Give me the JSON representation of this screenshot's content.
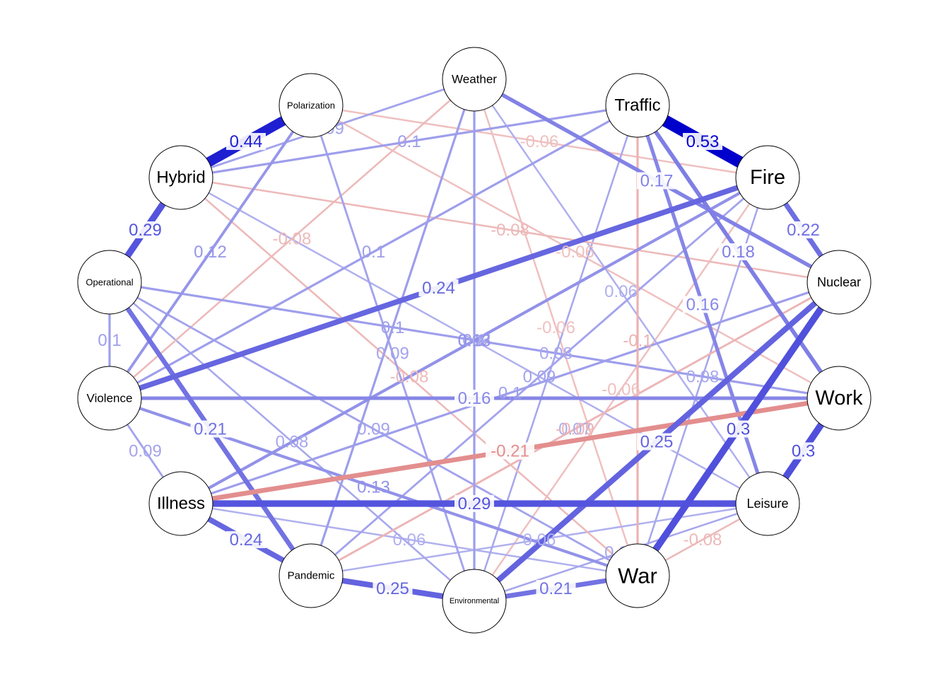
{
  "diagram": {
    "type": "correlation-network",
    "colors": {
      "positive": "#0000cc",
      "negative": "#cc3333",
      "node_fill": "#ffffff",
      "node_stroke": "#000000"
    },
    "nodes": [
      {
        "id": "weather",
        "label": "Weather"
      },
      {
        "id": "traffic",
        "label": "Traffic"
      },
      {
        "id": "fire",
        "label": "Fire"
      },
      {
        "id": "nuclear",
        "label": "Nuclear"
      },
      {
        "id": "work",
        "label": "Work"
      },
      {
        "id": "leisure",
        "label": "Leisure"
      },
      {
        "id": "war",
        "label": "War"
      },
      {
        "id": "environmental",
        "label": "Environmental"
      },
      {
        "id": "pandemic",
        "label": "Pandemic"
      },
      {
        "id": "illness",
        "label": "Illness"
      },
      {
        "id": "violence",
        "label": "Violence"
      },
      {
        "id": "operational",
        "label": "Operational"
      },
      {
        "id": "hybrid",
        "label": "Hybrid"
      },
      {
        "id": "polarization",
        "label": "Polarization"
      }
    ],
    "edges": [
      {
        "from": "traffic",
        "to": "fire",
        "weight": 0.53,
        "label": "0.53"
      },
      {
        "from": "polarization",
        "to": "hybrid",
        "weight": 0.44,
        "label": "0.44"
      },
      {
        "from": "hybrid",
        "to": "operational",
        "weight": 0.29,
        "label": "0.29"
      },
      {
        "from": "illness",
        "to": "leisure",
        "weight": 0.29,
        "label": "0.29"
      },
      {
        "from": "work",
        "to": "leisure",
        "weight": 0.3,
        "label": "0.3"
      },
      {
        "from": "nuclear",
        "to": "war",
        "weight": 0.3,
        "label": "0.3"
      },
      {
        "from": "nuclear",
        "to": "environmental",
        "weight": 0.25,
        "label": "0.25"
      },
      {
        "from": "pandemic",
        "to": "environmental",
        "weight": 0.25,
        "label": "0.25"
      },
      {
        "from": "fire",
        "to": "violence",
        "weight": 0.24,
        "label": "0.24"
      },
      {
        "from": "illness",
        "to": "pandemic",
        "weight": 0.24,
        "label": "0.24"
      },
      {
        "from": "fire",
        "to": "nuclear",
        "weight": 0.22,
        "label": "0.22"
      },
      {
        "from": "operational",
        "to": "pandemic",
        "weight": 0.21,
        "label": "0.21"
      },
      {
        "from": "environmental",
        "to": "war",
        "weight": 0.21,
        "label": "0.21"
      },
      {
        "from": "work",
        "to": "illness",
        "weight": -0.21,
        "label": "-0.21"
      },
      {
        "from": "traffic",
        "to": "work",
        "weight": 0.18,
        "label": "0.18"
      },
      {
        "from": "weather",
        "to": "nuclear",
        "weight": 0.17,
        "label": "0.17"
      },
      {
        "from": "violence",
        "to": "work",
        "weight": 0.16,
        "label": "0.16"
      },
      {
        "from": "traffic",
        "to": "leisure",
        "weight": 0.16,
        "label": "0.16"
      },
      {
        "from": "fire",
        "to": "illness",
        "weight": 0.13,
        "label": "0.13"
      },
      {
        "from": "violence",
        "to": "war",
        "weight": 0.13,
        "label": "0.13"
      },
      {
        "from": "polarization",
        "to": "violence",
        "weight": 0.12,
        "label": "0.12"
      },
      {
        "from": "weather",
        "to": "environmental",
        "weight": 0.1,
        "label": "0.1"
      },
      {
        "from": "operational",
        "to": "violence",
        "weight": 0.1,
        "label": "0.1"
      },
      {
        "from": "hybrid",
        "to": "traffic",
        "weight": 0.1,
        "label": "0.1"
      },
      {
        "from": "weather",
        "to": "pandemic",
        "weight": 0.1,
        "label": "0.1"
      },
      {
        "from": "nuclear",
        "to": "illness",
        "weight": 0.1,
        "label": "0.1"
      },
      {
        "from": "traffic",
        "to": "violence",
        "weight": 0.1,
        "label": "0.1"
      },
      {
        "from": "work",
        "to": "operational",
        "weight": 0.1,
        "label": "0.1"
      },
      {
        "from": "hybrid",
        "to": "weather",
        "weight": 0.09,
        "label": "0.09"
      },
      {
        "from": "violence",
        "to": "illness",
        "weight": 0.09,
        "label": "0.09"
      },
      {
        "from": "polarization",
        "to": "environmental",
        "weight": 0.09,
        "label": "0.09"
      },
      {
        "from": "operational",
        "to": "war",
        "weight": 0.09,
        "label": "0.09"
      },
      {
        "from": "pandemic",
        "to": "fire",
        "weight": 0.09,
        "label": "0.09"
      },
      {
        "from": "operational",
        "to": "environmental",
        "weight": 0.08,
        "label": "0.08"
      },
      {
        "from": "traffic",
        "to": "environmental",
        "weight": 0.08,
        "label": "0.08"
      },
      {
        "from": "hybrid",
        "to": "war",
        "weight": -0.08,
        "label": "-0.08"
      },
      {
        "from": "violence",
        "to": "weather",
        "weight": -0.08,
        "label": "-0.08"
      },
      {
        "from": "hybrid",
        "to": "nuclear",
        "weight": -0.08,
        "label": "-0.08"
      },
      {
        "from": "leisure",
        "to": "war",
        "weight": -0.08,
        "label": "-0.08"
      },
      {
        "from": "weather",
        "to": "war",
        "weight": -0.06,
        "label": "-0.06"
      },
      {
        "from": "polarization",
        "to": "fire",
        "weight": -0.06,
        "label": "-0.06"
      },
      {
        "from": "environmental",
        "to": "fire",
        "weight": -0.06,
        "label": "-0.06"
      },
      {
        "from": "polarization",
        "to": "work",
        "weight": -0.06,
        "label": "-0.06"
      },
      {
        "from": "traffic",
        "to": "war",
        "weight": -0.1,
        "label": "-0.1"
      },
      {
        "from": "pandemic",
        "to": "nuclear",
        "weight": -0.09,
        "label": "-0.09"
      },
      {
        "from": "hybrid",
        "to": "leisure",
        "weight": 0.06,
        "label": "0.06"
      },
      {
        "from": "weather",
        "to": "leisure",
        "weight": 0.06,
        "label": "0.06"
      },
      {
        "from": "illness",
        "to": "war",
        "weight": 0.06,
        "label": "0.06"
      },
      {
        "from": "pandemic",
        "to": "leisure",
        "weight": 0.06,
        "label": "0.06"
      },
      {
        "from": "operational",
        "to": "work",
        "weight": 0.07,
        "label": "0.07"
      },
      {
        "from": "environmental",
        "to": "leisure",
        "weight": 0.08,
        "label": "0.08"
      },
      {
        "from": "fire",
        "to": "war",
        "weight": 0.08,
        "label": "0.08"
      },
      {
        "from": "nuclear",
        "to": "pandemic",
        "weight": 0.07,
        "label": "0.07"
      }
    ]
  }
}
